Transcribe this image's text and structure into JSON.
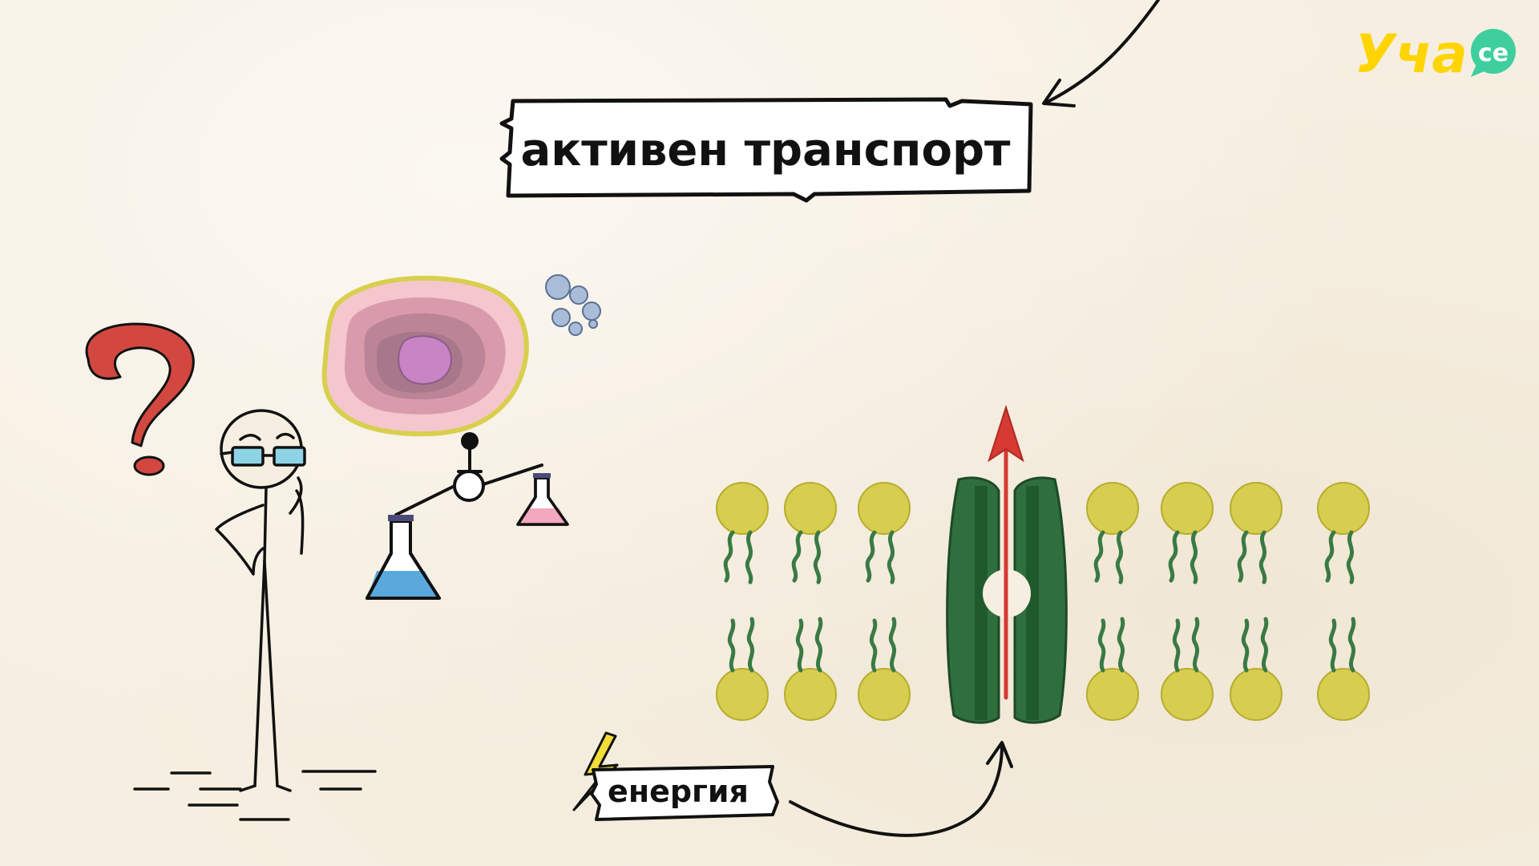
{
  "logo": {
    "text": "Уча",
    "badge": "се"
  },
  "title_label": "активен транспорт",
  "energy_label": "енергия"
}
